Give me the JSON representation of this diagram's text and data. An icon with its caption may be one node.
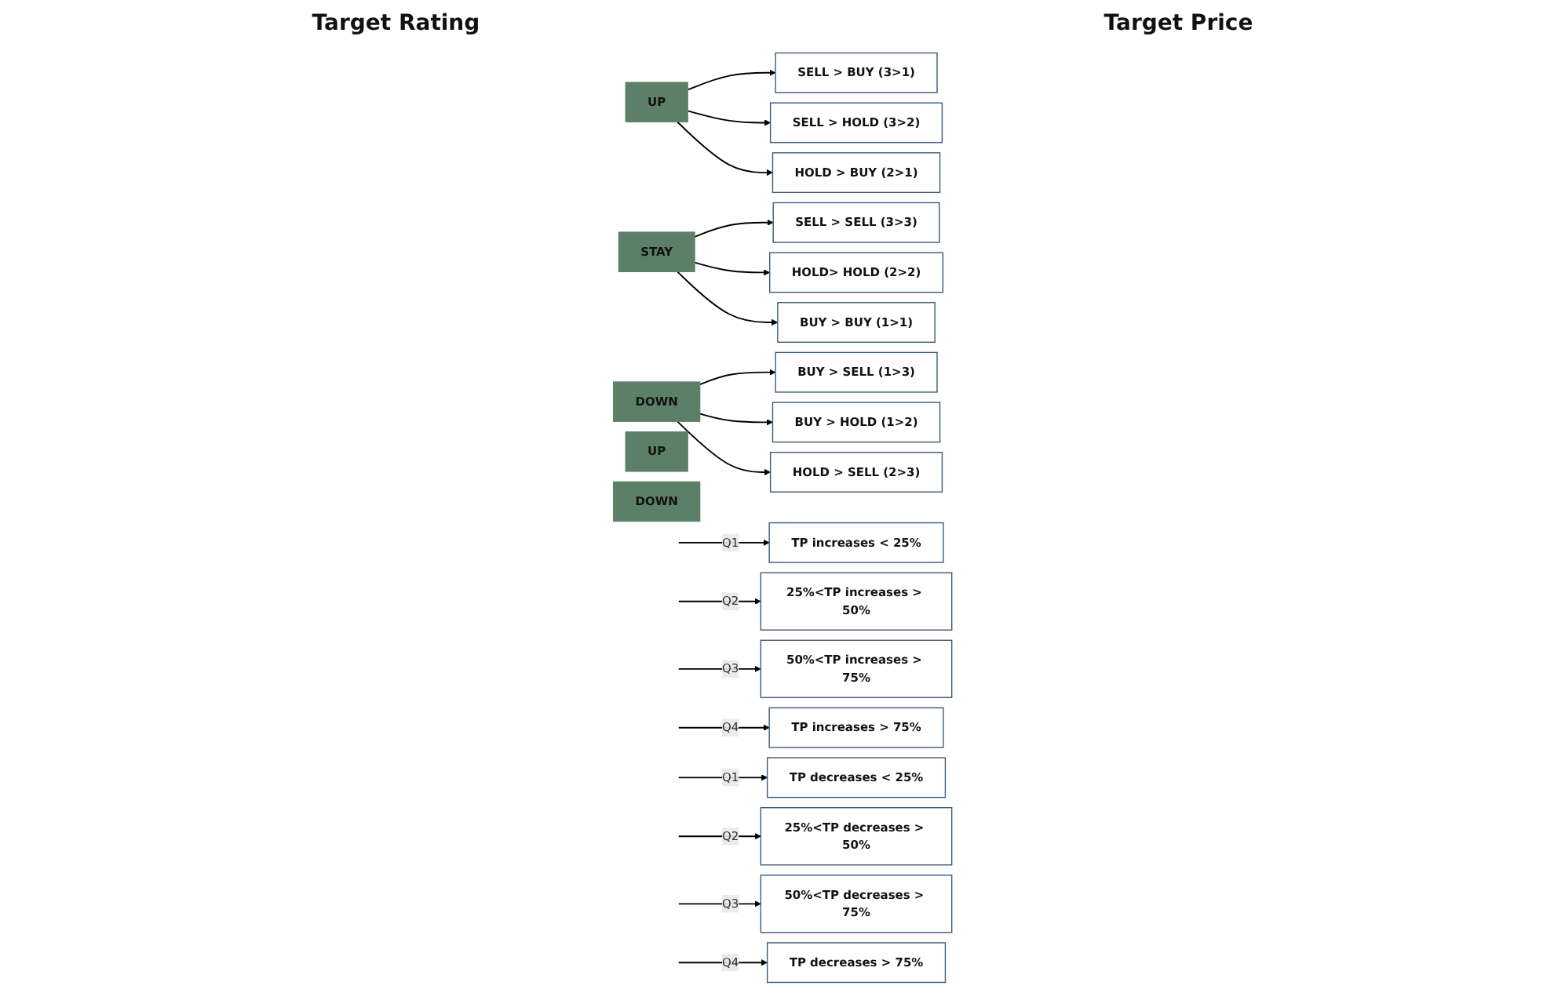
{
  "diagram": {
    "nodes": [
      {
        "text": [
          "UP"
        ]
      },
      {
        "text": [
          "SELL > BUY (3>1)"
        ]
      },
      {
        "text": [
          "SELL > HOLD (3>2)"
        ]
      },
      {
        "text": [
          "HOLD > BUY (2>1)"
        ]
      },
      {
        "text": [
          "STAY"
        ]
      },
      {
        "text": [
          "SELL > SELL (3>3)"
        ]
      },
      {
        "text": [
          "HOLD> HOLD (2>2)"
        ]
      },
      {
        "text": [
          "BUY > BUY (1>1)"
        ]
      },
      {
        "text": [
          "DOWN"
        ]
      },
      {
        "text": [
          "BUY > SELL (1>3)"
        ]
      },
      {
        "text": [
          "BUY > HOLD (1>2)"
        ]
      },
      {
        "text": [
          "HOLD > SELL (2>3)"
        ]
      },
      {
        "text": [
          "UP"
        ]
      },
      {
        "text": [
          "TP increases < 25%"
        ]
      },
      {
        "text": [
          "25%<TP increases > 50%"
        ]
      },
      {
        "text": [
          "50%<TP increases > 75%"
        ]
      },
      {
        "text": [
          "TP increases > 75%"
        ]
      },
      {
        "text": [
          "DOWN"
        ]
      },
      {
        "text": [
          "TP decreases < 25%"
        ]
      },
      {
        "text": [
          "25%<TP decreases > 50%"
        ]
      },
      {
        "text": [
          "50%<TP decreases > 75%"
        ]
      },
      {
        "text": [
          "TP decreases > 75%"
        ]
      }
    ],
    "edges": [
      {
        "from": 0,
        "to": 1,
        "arrow": "to"
      },
      {
        "from": 0,
        "to": 2,
        "arrow": "to"
      },
      {
        "from": 0,
        "to": 3,
        "arrow": "to"
      },
      {
        "from": 4,
        "to": 5,
        "arrow": "to"
      },
      {
        "from": 4,
        "to": 6,
        "arrow": "to"
      },
      {
        "from": 4,
        "to": 7,
        "arrow": "to"
      },
      {
        "from": 8,
        "to": 9,
        "arrow": "to"
      },
      {
        "from": 8,
        "to": 10,
        "arrow": "to"
      },
      {
        "from": 8,
        "to": 11,
        "arrow": "to"
      },
      {
        "from": null,
        "to": 13,
        "arrow": "to",
        "label": "Q1"
      },
      {
        "from": null,
        "to": 14,
        "arrow": "to",
        "label": "Q2"
      },
      {
        "from": null,
        "to": 15,
        "arrow": "to",
        "label": "Q3"
      },
      {
        "from": null,
        "to": 16,
        "arrow": "to",
        "label": "Q4"
      },
      {
        "from": null,
        "to": 18,
        "arrow": "to",
        "label": "Q1"
      },
      {
        "from": null,
        "to": 19,
        "arrow": "to",
        "label": "Q2"
      },
      {
        "from": null,
        "to": 20,
        "arrow": "to",
        "label": "Q3"
      },
      {
        "from": null,
        "to": 21,
        "arrow": "to",
        "label": "Q4"
      }
    ],
    "labels": [
      "Target Rating",
      "Target Price"
    ]
  }
}
